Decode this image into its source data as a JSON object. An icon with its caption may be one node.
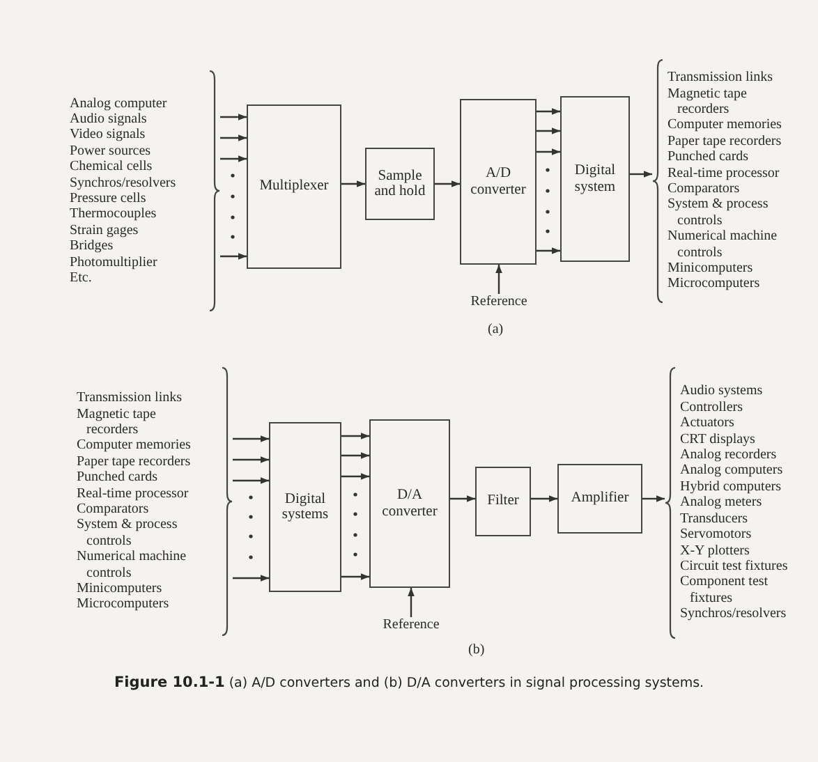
{
  "diagram": {
    "caption": "**Figure 10.1-1** (a) A/D converters and (b) D/A converters in signal processing systems.",
    "nodes": [
      {
        "text": [
          "Analog computer",
          "Audio signals",
          "Video signals",
          "Power sources",
          "Chemical cells",
          "Synchros/resolvers",
          "Pressure cells",
          "Thermocouples",
          "Strain gages",
          "Bridges",
          "Photomultiplier",
          "Etc."
        ]
      },
      {
        "text": [
          "Multiplexer"
        ]
      },
      {
        "text": [
          "Sample and hold"
        ]
      },
      {
        "text": [
          "A/D converter"
        ]
      },
      {
        "text": [
          "Digital system"
        ]
      },
      {
        "text": [
          "Transmission links",
          "Magnetic tape recorders",
          "Computer memories",
          "Paper tape recorders",
          "Punched cards",
          "Real-time processor",
          "Comparators",
          "System & process controls",
          "Numerical machine controls",
          "Minicomputers",
          "Microcomputers"
        ]
      },
      {
        "text": [
          "Reference"
        ]
      },
      {
        "text": [
          "Transmission links",
          "Magnetic tape recorders",
          "Computer memories",
          "Paper tape recorders",
          "Punched cards",
          "Real-time processor",
          "Comparators",
          "System & process controls",
          "Numerical machine controls",
          "Minicomputers",
          "Microcomputers"
        ]
      },
      {
        "text": [
          "Digital systems"
        ]
      },
      {
        "text": [
          "D/A converter"
        ]
      },
      {
        "text": [
          "Filter"
        ]
      },
      {
        "text": [
          "Amplifier"
        ]
      },
      {
        "text": [
          "Audio systems",
          "Controllers",
          "Actuators",
          "CRT displays",
          "Analog recorders",
          "Analog computers",
          "Hybrid computers",
          "Analog meters",
          "Transducers",
          "Servomotors",
          "X-Y plotters",
          "Circuit test fixtures",
          "Component test fixtures",
          "Synchros/resolvers"
        ]
      },
      {
        "text": [
          "Reference"
        ]
      }
    ],
    "edges": [
      {
        "from": 0,
        "to": 1,
        "arrow": "to"
      },
      {
        "from": 0,
        "to": 1,
        "arrow": "to"
      },
      {
        "from": 0,
        "to": 1,
        "arrow": "to"
      },
      {
        "from": 0,
        "to": 1,
        "arrow": "to"
      },
      {
        "from": 1,
        "to": 2,
        "arrow": "to"
      },
      {
        "from": 2,
        "to": 3,
        "arrow": "to"
      },
      {
        "from": 3,
        "to": 4,
        "arrow": "to"
      },
      {
        "from": 3,
        "to": 4,
        "arrow": "to"
      },
      {
        "from": 3,
        "to": 4,
        "arrow": "to"
      },
      {
        "from": 3,
        "to": 4,
        "arrow": "to"
      },
      {
        "from": 4,
        "to": 5,
        "arrow": "to"
      },
      {
        "from": 6,
        "to": 3,
        "arrow": "to"
      },
      {
        "from": 7,
        "to": 8,
        "arrow": "to"
      },
      {
        "from": 7,
        "to": 8,
        "arrow": "to"
      },
      {
        "from": 7,
        "to": 8,
        "arrow": "to"
      },
      {
        "from": 7,
        "to": 8,
        "arrow": "to"
      },
      {
        "from": 8,
        "to": 9,
        "arrow": "to"
      },
      {
        "from": 8,
        "to": 9,
        "arrow": "to"
      },
      {
        "from": 8,
        "to": 9,
        "arrow": "to"
      },
      {
        "from": 8,
        "to": 9,
        "arrow": "to"
      },
      {
        "from": 9,
        "to": 10,
        "arrow": "to"
      },
      {
        "from": 10,
        "to": 11,
        "arrow": "to"
      },
      {
        "from": 11,
        "to": 12,
        "arrow": "to"
      },
      {
        "from": 13,
        "to": 9,
        "arrow": "to"
      }
    ],
    "labels": [
      "(a)",
      "(b)"
    ]
  }
}
